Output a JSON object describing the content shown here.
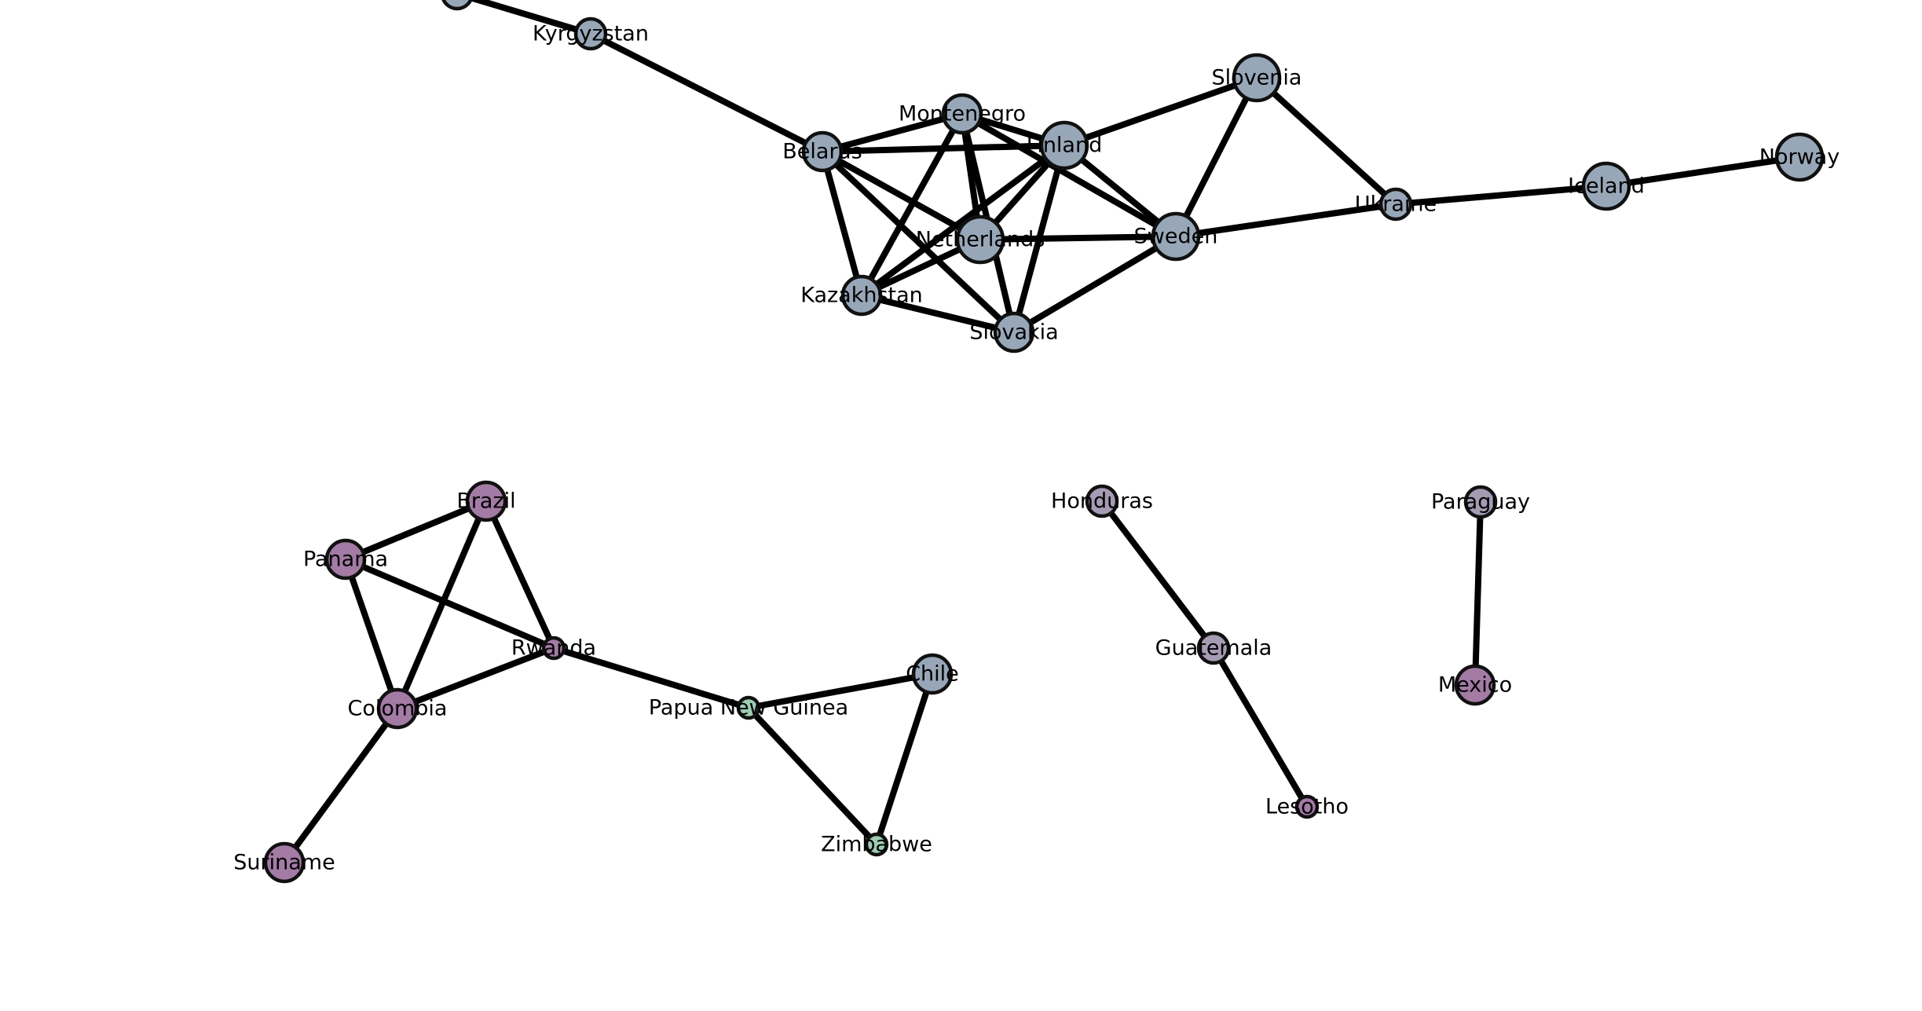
{
  "graph": {
    "colors": {
      "steel": "#98a7b8",
      "purple": "#a37ba5",
      "lavender": "#a59bb3",
      "mint": "#9ccbb2",
      "edge": "#000000",
      "node_stroke": "#111111"
    },
    "nodes": [
      {
        "id": "unlabeled-top-left",
        "label": "",
        "color": "steel",
        "size": "small"
      },
      {
        "id": "kyrgyzstan",
        "label": "Kyrgyzstan",
        "color": "steel",
        "size": "small"
      },
      {
        "id": "belarus",
        "label": "Belarus",
        "color": "steel",
        "size": "medium"
      },
      {
        "id": "montenegro",
        "label": "Montenegro",
        "color": "steel",
        "size": "medium"
      },
      {
        "id": "finland",
        "label": "Finland",
        "color": "steel",
        "size": "large"
      },
      {
        "id": "slovenia",
        "label": "Slovenia",
        "color": "steel",
        "size": "large"
      },
      {
        "id": "netherlands",
        "label": "Netherlands",
        "color": "steel",
        "size": "large"
      },
      {
        "id": "sweden",
        "label": "Sweden",
        "color": "steel",
        "size": "large"
      },
      {
        "id": "kazakhstan",
        "label": "Kazakhstan",
        "color": "steel",
        "size": "medium"
      },
      {
        "id": "slovakia",
        "label": "Slovakia",
        "color": "steel",
        "size": "medium"
      },
      {
        "id": "ukraine",
        "label": "Ukraine",
        "color": "steel",
        "size": "small"
      },
      {
        "id": "iceland",
        "label": "Iceland",
        "color": "steel",
        "size": "large"
      },
      {
        "id": "norway",
        "label": "Norway",
        "color": "steel",
        "size": "large"
      },
      {
        "id": "brazil",
        "label": "Brazil",
        "color": "purple",
        "size": "medium"
      },
      {
        "id": "panama",
        "label": "Panama",
        "color": "purple",
        "size": "medium"
      },
      {
        "id": "rwanda",
        "label": "Rwanda",
        "color": "purple",
        "size": "tiny"
      },
      {
        "id": "colombia",
        "label": "Colombia",
        "color": "purple",
        "size": "medium"
      },
      {
        "id": "suriname",
        "label": "Suriname",
        "color": "purple",
        "size": "medium"
      },
      {
        "id": "papua-new-guinea",
        "label": "Papua New Guinea",
        "color": "mint",
        "size": "tiny"
      },
      {
        "id": "chile",
        "label": "Chile",
        "color": "steel",
        "size": "medium"
      },
      {
        "id": "zimbabwe",
        "label": "Zimbabwe",
        "color": "mint",
        "size": "tiny"
      },
      {
        "id": "honduras",
        "label": "Honduras",
        "color": "lavender",
        "size": "small"
      },
      {
        "id": "guatemala",
        "label": "Guatemala",
        "color": "lavender",
        "size": "small"
      },
      {
        "id": "lesotho",
        "label": "Lesotho",
        "color": "purple",
        "size": "tiny"
      },
      {
        "id": "paraguay",
        "label": "Paraguay",
        "color": "lavender",
        "size": "small"
      },
      {
        "id": "mexico",
        "label": "Mexico",
        "color": "purple",
        "size": "medium"
      }
    ],
    "edges": [
      [
        "unlabeled-top-left",
        "kyrgyzstan"
      ],
      [
        "kyrgyzstan",
        "belarus"
      ],
      [
        "belarus",
        "montenegro"
      ],
      [
        "belarus",
        "finland"
      ],
      [
        "belarus",
        "kazakhstan"
      ],
      [
        "belarus",
        "slovakia"
      ],
      [
        "belarus",
        "netherlands"
      ],
      [
        "montenegro",
        "finland"
      ],
      [
        "montenegro",
        "netherlands"
      ],
      [
        "montenegro",
        "slovakia"
      ],
      [
        "montenegro",
        "kazakhstan"
      ],
      [
        "montenegro",
        "sweden"
      ],
      [
        "finland",
        "slovenia"
      ],
      [
        "finland",
        "sweden"
      ],
      [
        "finland",
        "netherlands"
      ],
      [
        "finland",
        "kazakhstan"
      ],
      [
        "finland",
        "slovakia"
      ],
      [
        "netherlands",
        "sweden"
      ],
      [
        "netherlands",
        "kazakhstan"
      ],
      [
        "kazakhstan",
        "slovakia"
      ],
      [
        "slovakia",
        "sweden"
      ],
      [
        "slovenia",
        "sweden"
      ],
      [
        "slovenia",
        "ukraine"
      ],
      [
        "sweden",
        "ukraine"
      ],
      [
        "ukraine",
        "iceland"
      ],
      [
        "iceland",
        "norway"
      ],
      [
        "panama",
        "brazil"
      ],
      [
        "panama",
        "colombia"
      ],
      [
        "panama",
        "rwanda"
      ],
      [
        "brazil",
        "colombia"
      ],
      [
        "brazil",
        "rwanda"
      ],
      [
        "colombia",
        "rwanda"
      ],
      [
        "colombia",
        "suriname"
      ],
      [
        "rwanda",
        "papua-new-guinea"
      ],
      [
        "papua-new-guinea",
        "chile"
      ],
      [
        "papua-new-guinea",
        "zimbabwe"
      ],
      [
        "chile",
        "zimbabwe"
      ],
      [
        "honduras",
        "guatemala"
      ],
      [
        "guatemala",
        "lesotho"
      ],
      [
        "paraguay",
        "mexico"
      ]
    ]
  }
}
